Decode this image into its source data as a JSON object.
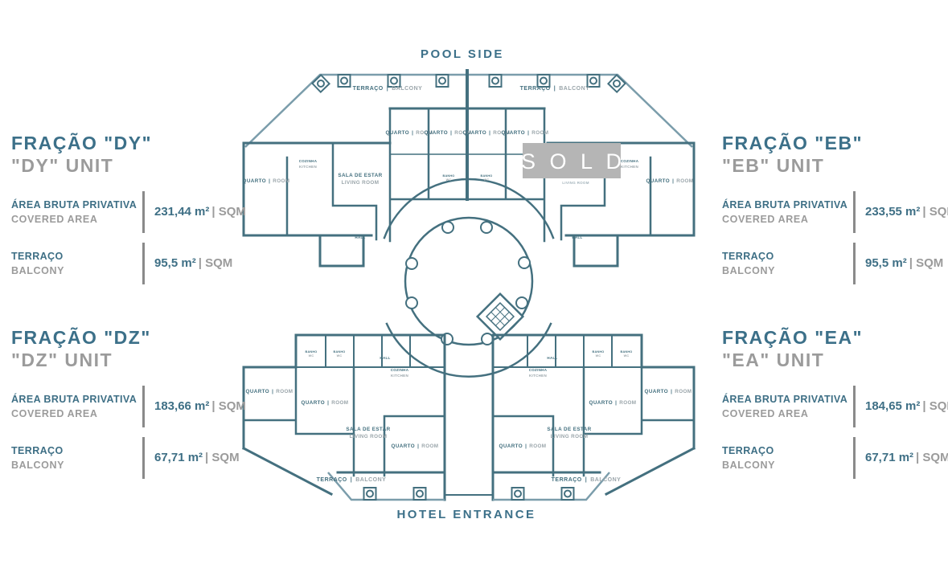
{
  "plan": {
    "pool_side": "POOL SIDE",
    "hotel_entrance": "HOTEL ENTRANCE",
    "sold": "S O L D",
    "rooms": {
      "sep": "|",
      "quarto_pt": "QUARTO",
      "quarto_en": "ROOM",
      "sala_pt": "SALA DE ESTAR",
      "sala_en": "LIVING ROOM",
      "cozinha_pt": "COZINHA",
      "cozinha_en": "KITCHEN",
      "hall": "HALL",
      "terraco_pt": "TERRAÇO",
      "terraco_en": "BALCONY",
      "banho_pt": "BANHO",
      "banho_en": "WC"
    }
  },
  "panels": [
    {
      "id": "dy",
      "title": "FRAÇÃO \"DY\"",
      "subtitle": "\"DY\" UNIT",
      "rows": [
        {
          "label_pt": "ÁREA BRUTA PRIVATIVA",
          "label_en": "COVERED AREA",
          "value": "231,44 m²",
          "unit": "| SQM"
        },
        {
          "label_pt": "TERRAÇO",
          "label_en": "BALCONY",
          "value": "95,5 m²",
          "unit": "| SQM"
        }
      ]
    },
    {
      "id": "eb",
      "title": "FRAÇÃO \"EB\"",
      "subtitle": "\"EB\" UNIT",
      "rows": [
        {
          "label_pt": "ÁREA BRUTA PRIVATIVA",
          "label_en": "COVERED AREA",
          "value": "233,55 m²",
          "unit": "| SQM"
        },
        {
          "label_pt": "TERRAÇO",
          "label_en": "BALCONY",
          "value": "95,5 m²",
          "unit": "| SQM"
        }
      ]
    },
    {
      "id": "dz",
      "title": "FRAÇÃO \"DZ\"",
      "subtitle": "\"DZ\" UNIT",
      "rows": [
        {
          "label_pt": "ÁREA BRUTA PRIVATIVA",
          "label_en": "COVERED AREA",
          "value": "183,66 m²",
          "unit": "| SQM"
        },
        {
          "label_pt": "TERRAÇO",
          "label_en": "BALCONY",
          "value": "67,71 m²",
          "unit": "| SQM"
        }
      ]
    },
    {
      "id": "ea",
      "title": "FRAÇÃO \"EA\"",
      "subtitle": "\"EA\" UNIT",
      "rows": [
        {
          "label_pt": "ÁREA BRUTA PRIVATIVA",
          "label_en": "COVERED AREA",
          "value": "184,65 m²",
          "unit": "| SQM"
        },
        {
          "label_pt": "TERRAÇO",
          "label_en": "BALCONY",
          "value": "67,71 m²",
          "unit": "| SQM"
        }
      ]
    }
  ]
}
